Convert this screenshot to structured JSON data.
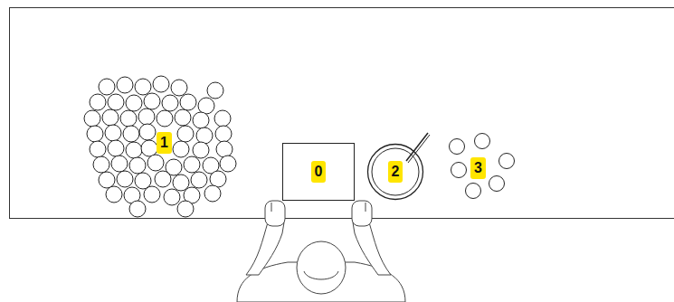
{
  "diagram": {
    "nodes": [
      {
        "text": [
          "0"
        ]
      },
      {
        "text": [
          "2"
        ]
      }
    ],
    "labels": [
      "1",
      "3"
    ]
  }
}
